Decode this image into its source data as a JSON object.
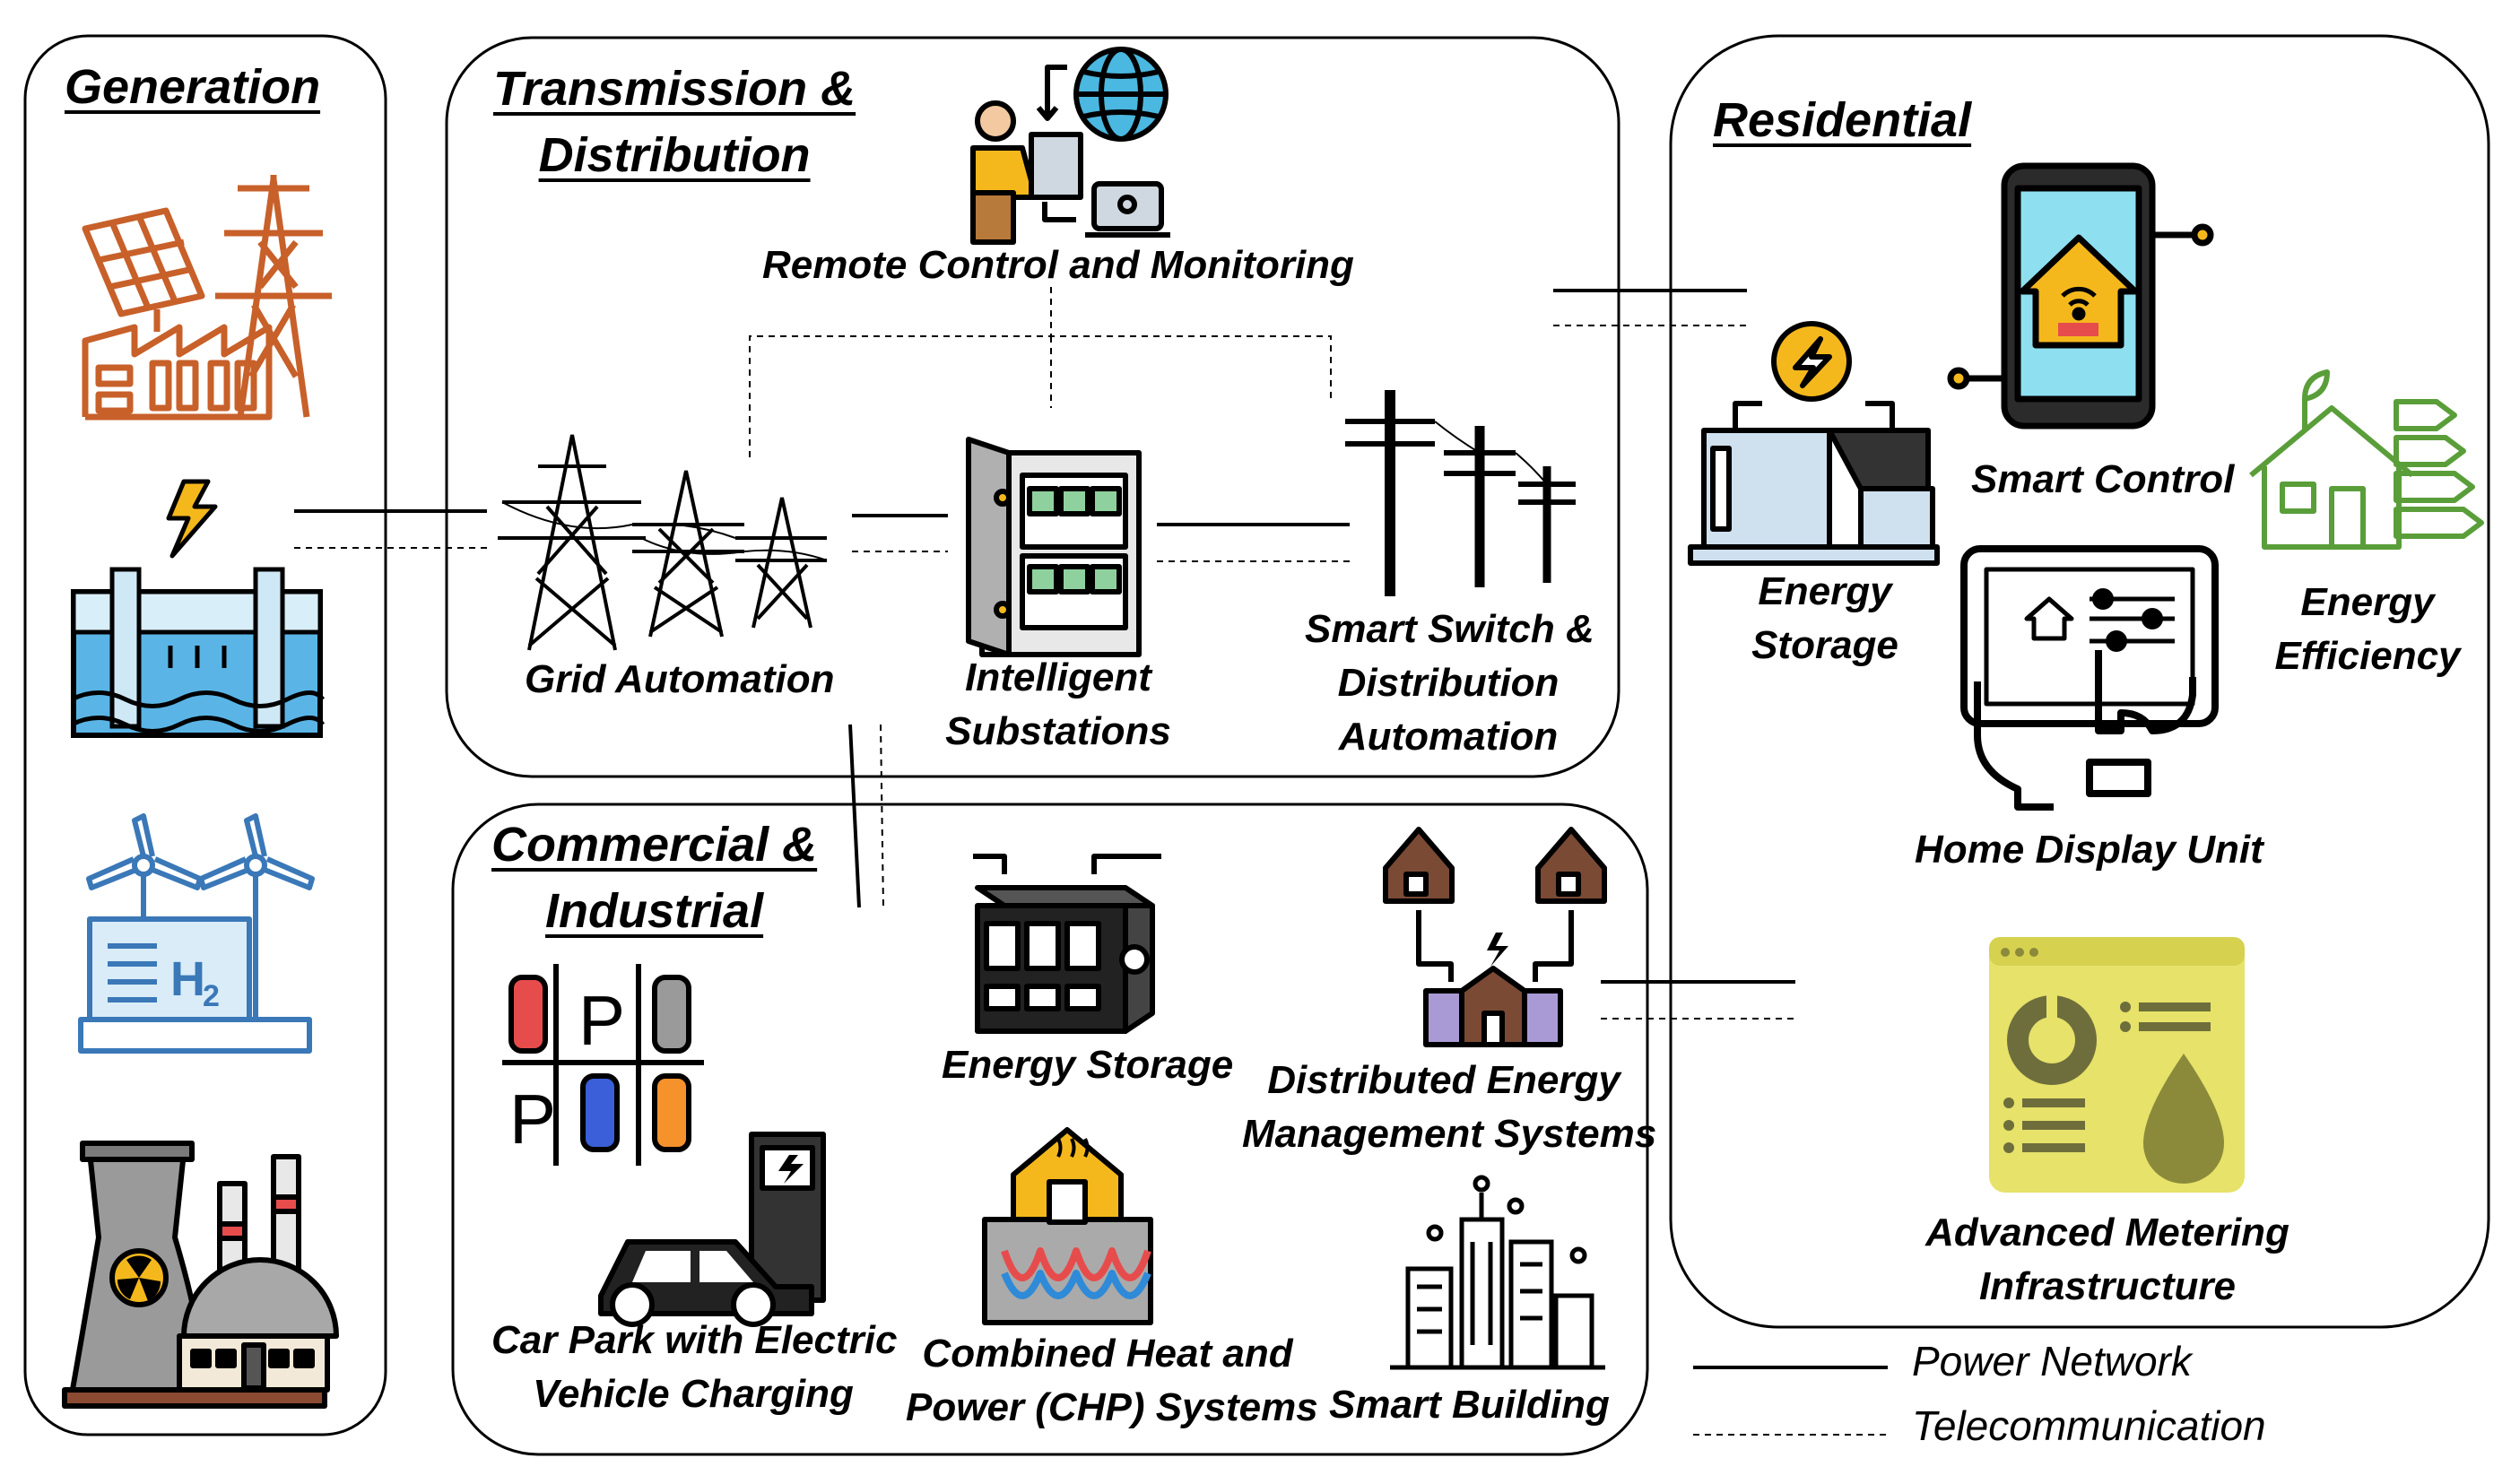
{
  "sections": {
    "generation": {
      "title": "Generation"
    },
    "transmission": {
      "title_line1": "Transmission &",
      "title_line2": "Distribution"
    },
    "commercial": {
      "title_line1": "Commercial &",
      "title_line2": "Industrial"
    },
    "residential": {
      "title": "Residential"
    }
  },
  "nodes": {
    "remote_control": "Remote Control and Monitoring",
    "grid_automation": "Grid Automation",
    "intelligent_substations": {
      "line1": "Intelligent",
      "line2": "Substations"
    },
    "smart_switch": {
      "line1": "Smart Switch &",
      "line2": "Distribution",
      "line3": "Automation"
    },
    "ci_energy_storage": "Energy Storage",
    "dems": {
      "line1": "Distributed Energy",
      "line2": "Management Systems"
    },
    "car_park": {
      "line1": "Car Park with Electric",
      "line2": "Vehicle Charging"
    },
    "chp": {
      "line1": "Combined Heat and",
      "line2": "Power  (CHP) Systems"
    },
    "smart_building": "Smart Building",
    "res_energy_storage": {
      "line1": "Energy",
      "line2": "Storage"
    },
    "smart_control": "Smart Control",
    "energy_efficiency": {
      "line1": "Energy",
      "line2": "Efficiency"
    },
    "home_display": "Home Display Unit",
    "ami": {
      "line1": "Advanced Metering",
      "line2": "Infrastructure"
    }
  },
  "legend": {
    "power": "Power Network",
    "telecom": "Telecommunication"
  },
  "icons": {
    "generation": [
      "solar-factory-icon",
      "hydro-dam-icon",
      "hydrogen-wind-icon",
      "nuclear-plant-icon"
    ],
    "colors": {
      "solar": "#c8602a",
      "hydro": "#4aa3d8",
      "hydrogen": "#3a78b8",
      "efficiency": "#5a9e3a",
      "meter": "#e8e26a"
    }
  }
}
